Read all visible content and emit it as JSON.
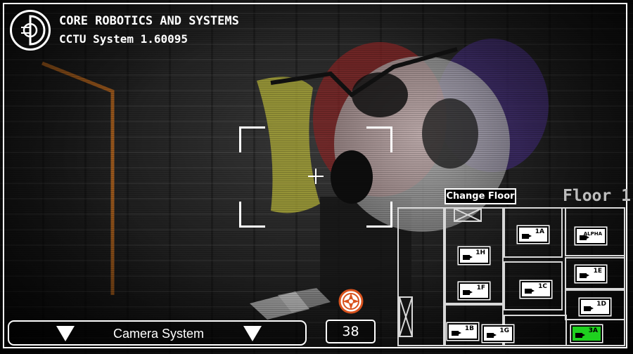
{
  "header": {
    "title": "CORE ROBOTICS AND SYSTEMS",
    "subtitle": "CCTU System 1.60095"
  },
  "map": {
    "floor_label": "Floor 1",
    "change_floor_label": "Change Floor",
    "cameras": [
      {
        "id": "1A",
        "active": false
      },
      {
        "id": "ALPHA",
        "active": false
      },
      {
        "id": "1H",
        "active": false
      },
      {
        "id": "1E",
        "active": false
      },
      {
        "id": "1F",
        "active": false
      },
      {
        "id": "1C",
        "active": false
      },
      {
        "id": "1D",
        "active": false
      },
      {
        "id": "1B",
        "active": false
      },
      {
        "id": "1G",
        "active": false
      },
      {
        "id": "3A",
        "active": true
      }
    ]
  },
  "bottom": {
    "camera_system_label": "Camera System",
    "counter": "38"
  },
  "colors": {
    "active_camera": "#1fd11f",
    "accent_orange": "#d9531e"
  },
  "icons": [
    "logo-icon",
    "flash-icon",
    "camera-icon",
    "arrow-down-icon"
  ]
}
